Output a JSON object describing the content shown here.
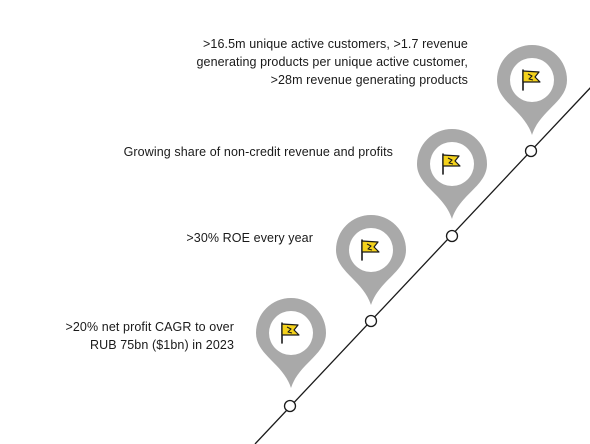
{
  "milestones": [
    {
      "id": "m1",
      "icon": "flag-icon",
      "lines": [
        ">20% net profit CAGR to over",
        "RUB 75bn ($1bn) in 2023"
      ]
    },
    {
      "id": "m2",
      "icon": "flag-icon",
      "lines": [
        ">30% ROE every year"
      ]
    },
    {
      "id": "m3",
      "icon": "flag-icon",
      "lines": [
        "Growing share of non-credit revenue and profits"
      ]
    },
    {
      "id": "m4",
      "icon": "flag-icon",
      "lines": [
        ">16.5m unique active customers, >1.7 revenue",
        "generating products per unique active customer,",
        ">28m revenue generating products"
      ]
    }
  ],
  "colors": {
    "pin": "#a9a9a9",
    "pin_inner": "#ffffff",
    "flag": "#f4d21c",
    "flag_outline": "#1a1a1a",
    "line": "#1a1a1a",
    "text": "#1a1a1a"
  }
}
